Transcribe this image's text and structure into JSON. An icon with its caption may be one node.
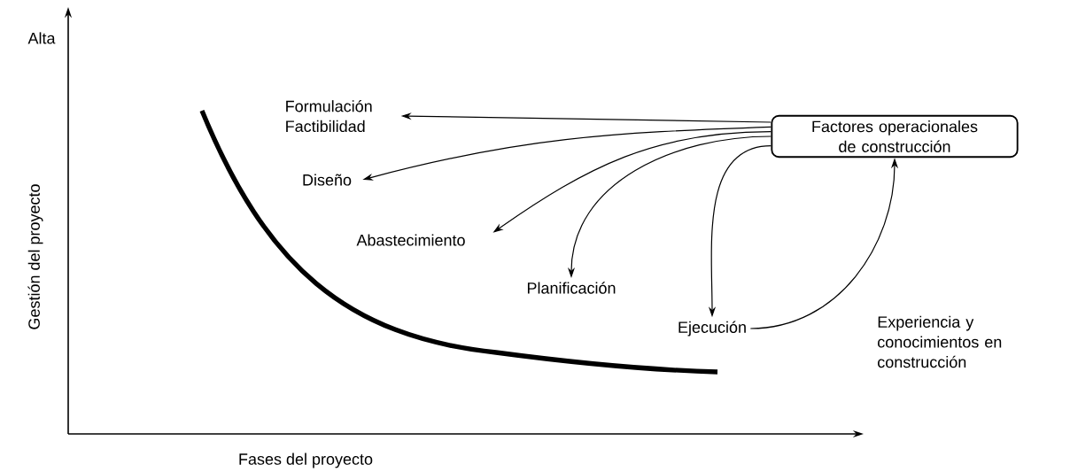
{
  "diagram": {
    "nodes": [
      {
        "text": [
          "Factores operacionales de construcción"
        ]
      },
      {
        "text": [
          "Formulación Factibilidad"
        ]
      },
      {
        "text": [
          "Diseño"
        ]
      },
      {
        "text": [
          "Abastecimiento"
        ]
      },
      {
        "text": [
          "Planificación"
        ]
      },
      {
        "text": [
          "Ejecución"
        ]
      }
    ],
    "edges": [
      {
        "from": 0,
        "to": 1,
        "arrow": "to"
      },
      {
        "from": 0,
        "to": 2,
        "arrow": "to"
      },
      {
        "from": 0,
        "to": 3,
        "arrow": "to"
      },
      {
        "from": 0,
        "to": 4,
        "arrow": "to"
      },
      {
        "from": 0,
        "to": 5,
        "arrow": "to"
      },
      {
        "from": 5,
        "to": 0,
        "arrow": "to",
        "label": "Experiencia y conocimientos en construcción"
      }
    ],
    "labels": [
      "Alta",
      "Gestión del proyecto",
      "Fases del proyecto"
    ]
  }
}
